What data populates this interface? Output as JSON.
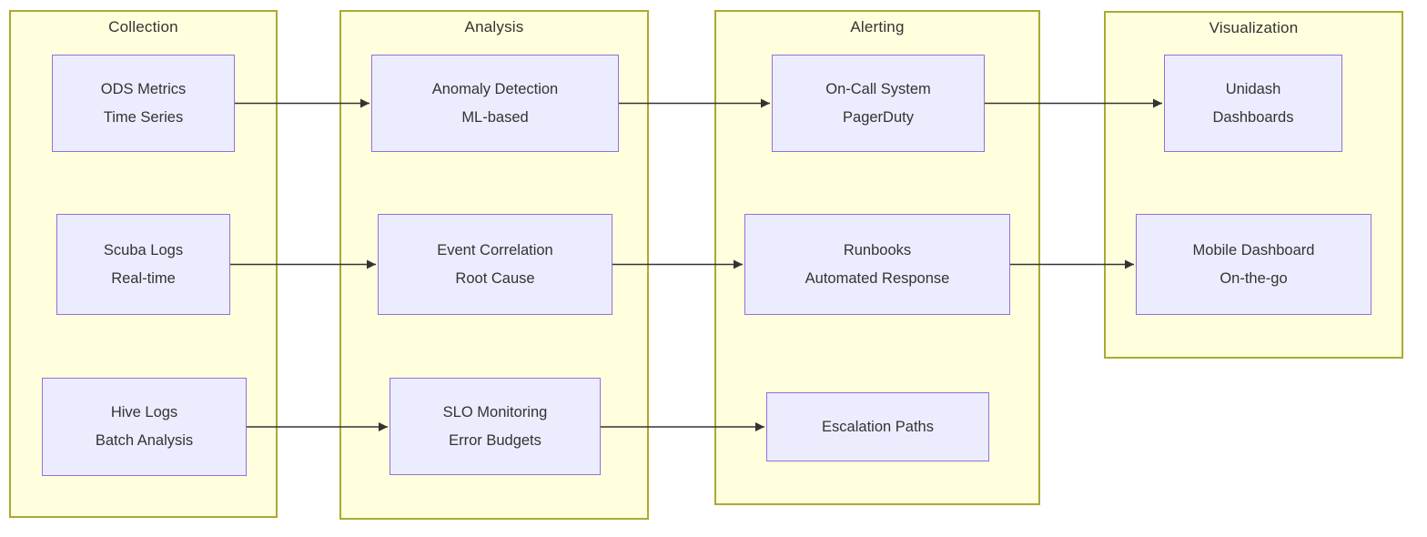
{
  "diagram": {
    "type": "flowchart",
    "direction": "left-to-right",
    "groups": [
      {
        "id": "collection",
        "title": "Collection",
        "nodes": [
          [
            "ODS Metrics",
            "Time Series"
          ],
          [
            "Scuba Logs",
            "Real-time"
          ],
          [
            "Hive Logs",
            "Batch Analysis"
          ]
        ]
      },
      {
        "id": "analysis",
        "title": "Analysis",
        "nodes": [
          [
            "Anomaly Detection",
            "ML-based"
          ],
          [
            "Event Correlation",
            "Root Cause"
          ],
          [
            "SLO Monitoring",
            "Error Budgets"
          ]
        ]
      },
      {
        "id": "alerting",
        "title": "Alerting",
        "nodes": [
          [
            "On-Call System",
            "PagerDuty"
          ],
          [
            "Runbooks",
            "Automated Response"
          ],
          [
            "Escalation Paths"
          ]
        ]
      },
      {
        "id": "visualization",
        "title": "Visualization",
        "nodes": [
          [
            "Unidash",
            "Dashboards"
          ],
          [
            "Mobile Dashboard",
            "On-the-go"
          ]
        ]
      }
    ],
    "edges": [
      {
        "from": "ODS Metrics Time Series",
        "to": "Anomaly Detection ML-based"
      },
      {
        "from": "Anomaly Detection ML-based",
        "to": "On-Call System PagerDuty"
      },
      {
        "from": "On-Call System PagerDuty",
        "to": "Unidash Dashboards"
      },
      {
        "from": "Scuba Logs Real-time",
        "to": "Event Correlation Root Cause"
      },
      {
        "from": "Event Correlation Root Cause",
        "to": "Runbooks Automated Response"
      },
      {
        "from": "Runbooks Automated Response",
        "to": "Mobile Dashboard On-the-go"
      },
      {
        "from": "Hive Logs Batch Analysis",
        "to": "SLO Monitoring Error Budgets"
      },
      {
        "from": "SLO Monitoring Error Budgets",
        "to": "Escalation Paths"
      }
    ],
    "colors": {
      "cluster_fill": "#ffffde",
      "cluster_border": "#aaaa33",
      "node_fill": "#ececff",
      "node_border": "#9370db",
      "edge": "#333333",
      "text": "#333333",
      "background": "#ffffff"
    }
  }
}
